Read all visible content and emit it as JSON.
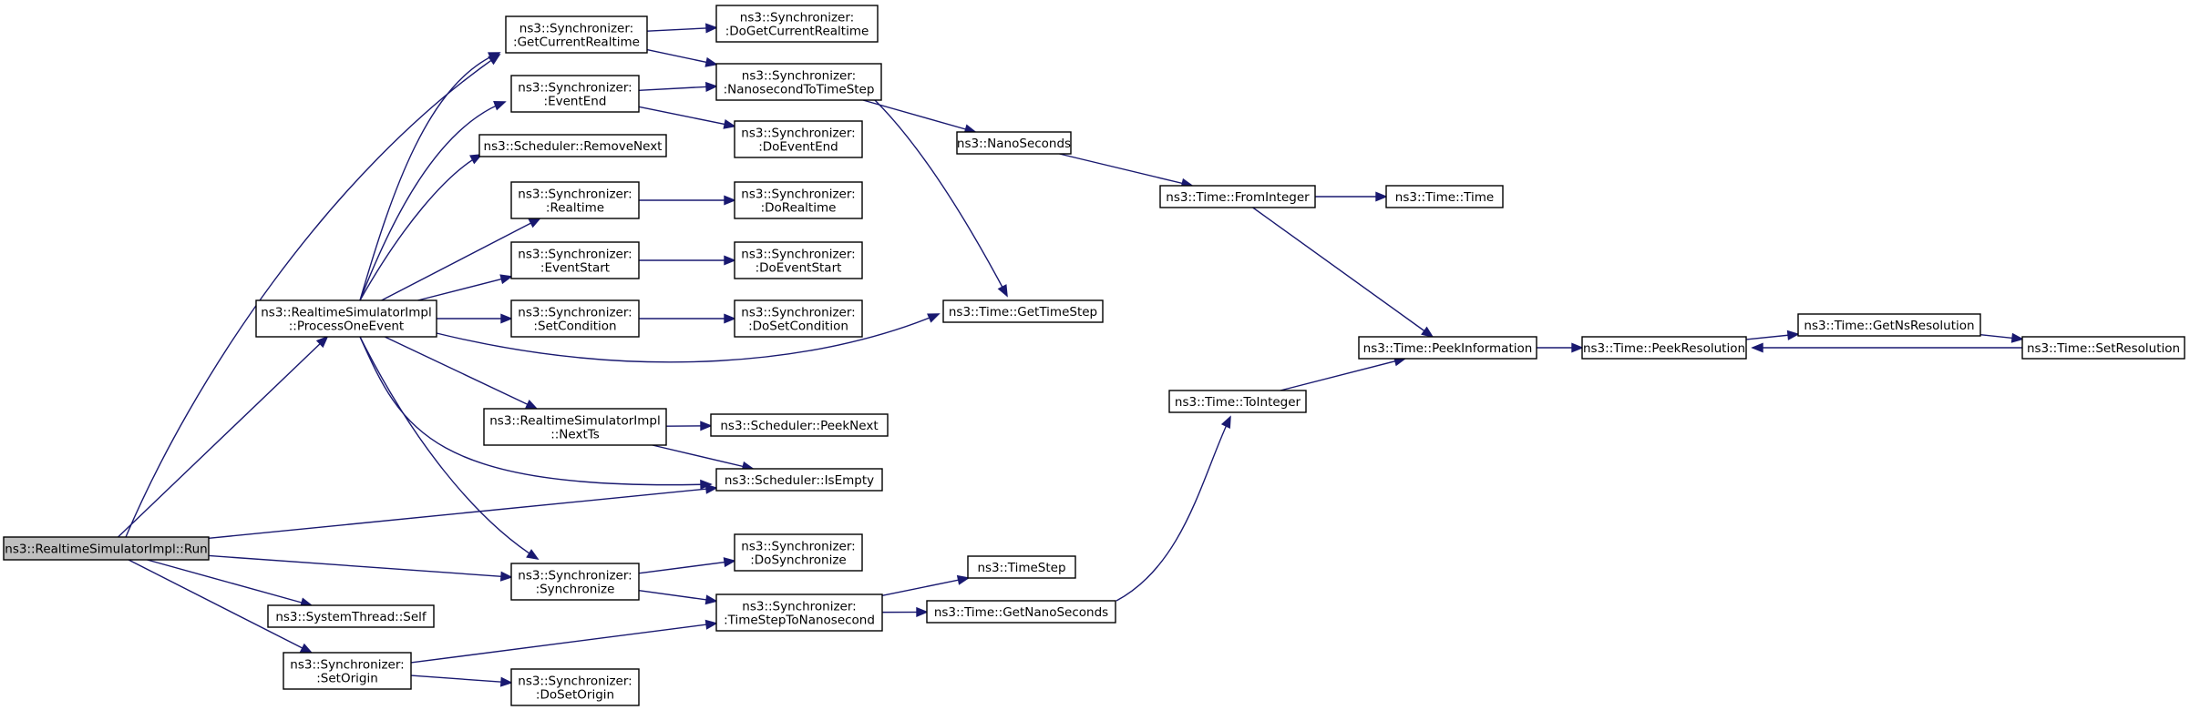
{
  "graph": {
    "edge_color": "#191970",
    "root_fill": "#bfbfbf",
    "nodes": [
      {
        "id": "run",
        "lines": [
          "ns3::RealtimeSimulatorImpl::Run"
        ],
        "root": true
      },
      {
        "id": "processOneEvent",
        "lines": [
          "ns3::RealtimeSimulatorImpl",
          "::ProcessOneEvent"
        ]
      },
      {
        "id": "getCurrentRealtime",
        "lines": [
          "ns3::Synchronizer:",
          ":GetCurrentRealtime"
        ]
      },
      {
        "id": "doGetCurrentRealtime",
        "lines": [
          "ns3::Synchronizer:",
          ":DoGetCurrentRealtime"
        ]
      },
      {
        "id": "nanosecondToTimeStep",
        "lines": [
          "ns3::Synchronizer:",
          ":NanosecondToTimeStep"
        ]
      },
      {
        "id": "eventEnd",
        "lines": [
          "ns3::Synchronizer:",
          ":EventEnd"
        ]
      },
      {
        "id": "doEventEnd",
        "lines": [
          "ns3::Synchronizer:",
          ":DoEventEnd"
        ]
      },
      {
        "id": "removeNext",
        "lines": [
          "ns3::Scheduler::RemoveNext"
        ]
      },
      {
        "id": "realtime",
        "lines": [
          "ns3::Synchronizer:",
          ":Realtime"
        ]
      },
      {
        "id": "doRealtime",
        "lines": [
          "ns3::Synchronizer:",
          ":DoRealtime"
        ]
      },
      {
        "id": "eventStart",
        "lines": [
          "ns3::Synchronizer:",
          ":EventStart"
        ]
      },
      {
        "id": "doEventStart",
        "lines": [
          "ns3::Synchronizer:",
          ":DoEventStart"
        ]
      },
      {
        "id": "setCondition",
        "lines": [
          "ns3::Synchronizer:",
          ":SetCondition"
        ]
      },
      {
        "id": "doSetCondition",
        "lines": [
          "ns3::Synchronizer:",
          ":DoSetCondition"
        ]
      },
      {
        "id": "nextTs",
        "lines": [
          "ns3::RealtimeSimulatorImpl",
          "::NextTs"
        ]
      },
      {
        "id": "peekNext",
        "lines": [
          "ns3::Scheduler::PeekNext"
        ]
      },
      {
        "id": "isEmpty",
        "lines": [
          "ns3::Scheduler::IsEmpty"
        ]
      },
      {
        "id": "synchronize",
        "lines": [
          "ns3::Synchronizer:",
          ":Synchronize"
        ]
      },
      {
        "id": "doSynchronize",
        "lines": [
          "ns3::Synchronizer:",
          ":DoSynchronize"
        ]
      },
      {
        "id": "timeStepToNanosecond",
        "lines": [
          "ns3::Synchronizer:",
          ":TimeStepToNanosecond"
        ]
      },
      {
        "id": "systemThreadSelf",
        "lines": [
          "ns3::SystemThread::Self"
        ]
      },
      {
        "id": "setOrigin",
        "lines": [
          "ns3::Synchronizer:",
          ":SetOrigin"
        ]
      },
      {
        "id": "doSetOrigin",
        "lines": [
          "ns3::Synchronizer:",
          ":DoSetOrigin"
        ]
      },
      {
        "id": "nanoSeconds",
        "lines": [
          "ns3::NanoSeconds"
        ]
      },
      {
        "id": "getTimeStep",
        "lines": [
          "ns3::Time::GetTimeStep"
        ]
      },
      {
        "id": "timeStep",
        "lines": [
          "ns3::TimeStep"
        ]
      },
      {
        "id": "getNanoSeconds",
        "lines": [
          "ns3::Time::GetNanoSeconds"
        ]
      },
      {
        "id": "fromInteger",
        "lines": [
          "ns3::Time::FromInteger"
        ]
      },
      {
        "id": "timeTime",
        "lines": [
          "ns3::Time::Time"
        ]
      },
      {
        "id": "toInteger",
        "lines": [
          "ns3::Time::ToInteger"
        ]
      },
      {
        "id": "peekInformation",
        "lines": [
          "ns3::Time::PeekInformation"
        ]
      },
      {
        "id": "peekResolution",
        "lines": [
          "ns3::Time::PeekResolution"
        ]
      },
      {
        "id": "getNsResolution",
        "lines": [
          "ns3::Time::GetNsResolution"
        ]
      },
      {
        "id": "setResolution",
        "lines": [
          "ns3::Time::SetResolution"
        ]
      }
    ],
    "edges": [
      [
        "run",
        "processOneEvent"
      ],
      [
        "run",
        "getCurrentRealtime"
      ],
      [
        "run",
        "isEmpty"
      ],
      [
        "run",
        "synchronize"
      ],
      [
        "run",
        "systemThreadSelf"
      ],
      [
        "run",
        "setOrigin"
      ],
      [
        "processOneEvent",
        "getCurrentRealtime"
      ],
      [
        "processOneEvent",
        "eventEnd"
      ],
      [
        "processOneEvent",
        "removeNext"
      ],
      [
        "processOneEvent",
        "realtime"
      ],
      [
        "processOneEvent",
        "eventStart"
      ],
      [
        "processOneEvent",
        "setCondition"
      ],
      [
        "processOneEvent",
        "getTimeStep"
      ],
      [
        "processOneEvent",
        "nextTs"
      ],
      [
        "processOneEvent",
        "isEmpty"
      ],
      [
        "processOneEvent",
        "synchronize"
      ],
      [
        "getCurrentRealtime",
        "doGetCurrentRealtime"
      ],
      [
        "getCurrentRealtime",
        "nanosecondToTimeStep"
      ],
      [
        "eventEnd",
        "nanosecondToTimeStep"
      ],
      [
        "eventEnd",
        "doEventEnd"
      ],
      [
        "realtime",
        "doRealtime"
      ],
      [
        "eventStart",
        "doEventStart"
      ],
      [
        "setCondition",
        "doSetCondition"
      ],
      [
        "nextTs",
        "peekNext"
      ],
      [
        "nextTs",
        "isEmpty"
      ],
      [
        "synchronize",
        "doSynchronize"
      ],
      [
        "synchronize",
        "timeStepToNanosecond"
      ],
      [
        "setOrigin",
        "timeStepToNanosecond"
      ],
      [
        "setOrigin",
        "doSetOrigin"
      ],
      [
        "nanosecondToTimeStep",
        "nanoSeconds"
      ],
      [
        "nanosecondToTimeStep",
        "getTimeStep"
      ],
      [
        "timeStepToNanosecond",
        "timeStep"
      ],
      [
        "timeStepToNanosecond",
        "getNanoSeconds"
      ],
      [
        "nanoSeconds",
        "fromInteger"
      ],
      [
        "fromInteger",
        "timeTime"
      ],
      [
        "fromInteger",
        "peekInformation"
      ],
      [
        "getNanoSeconds",
        "toInteger"
      ],
      [
        "toInteger",
        "peekInformation"
      ],
      [
        "peekInformation",
        "peekResolution"
      ],
      [
        "peekResolution",
        "getNsResolution"
      ],
      [
        "getNsResolution",
        "setResolution"
      ],
      [
        "setResolution",
        "peekResolution"
      ]
    ]
  }
}
